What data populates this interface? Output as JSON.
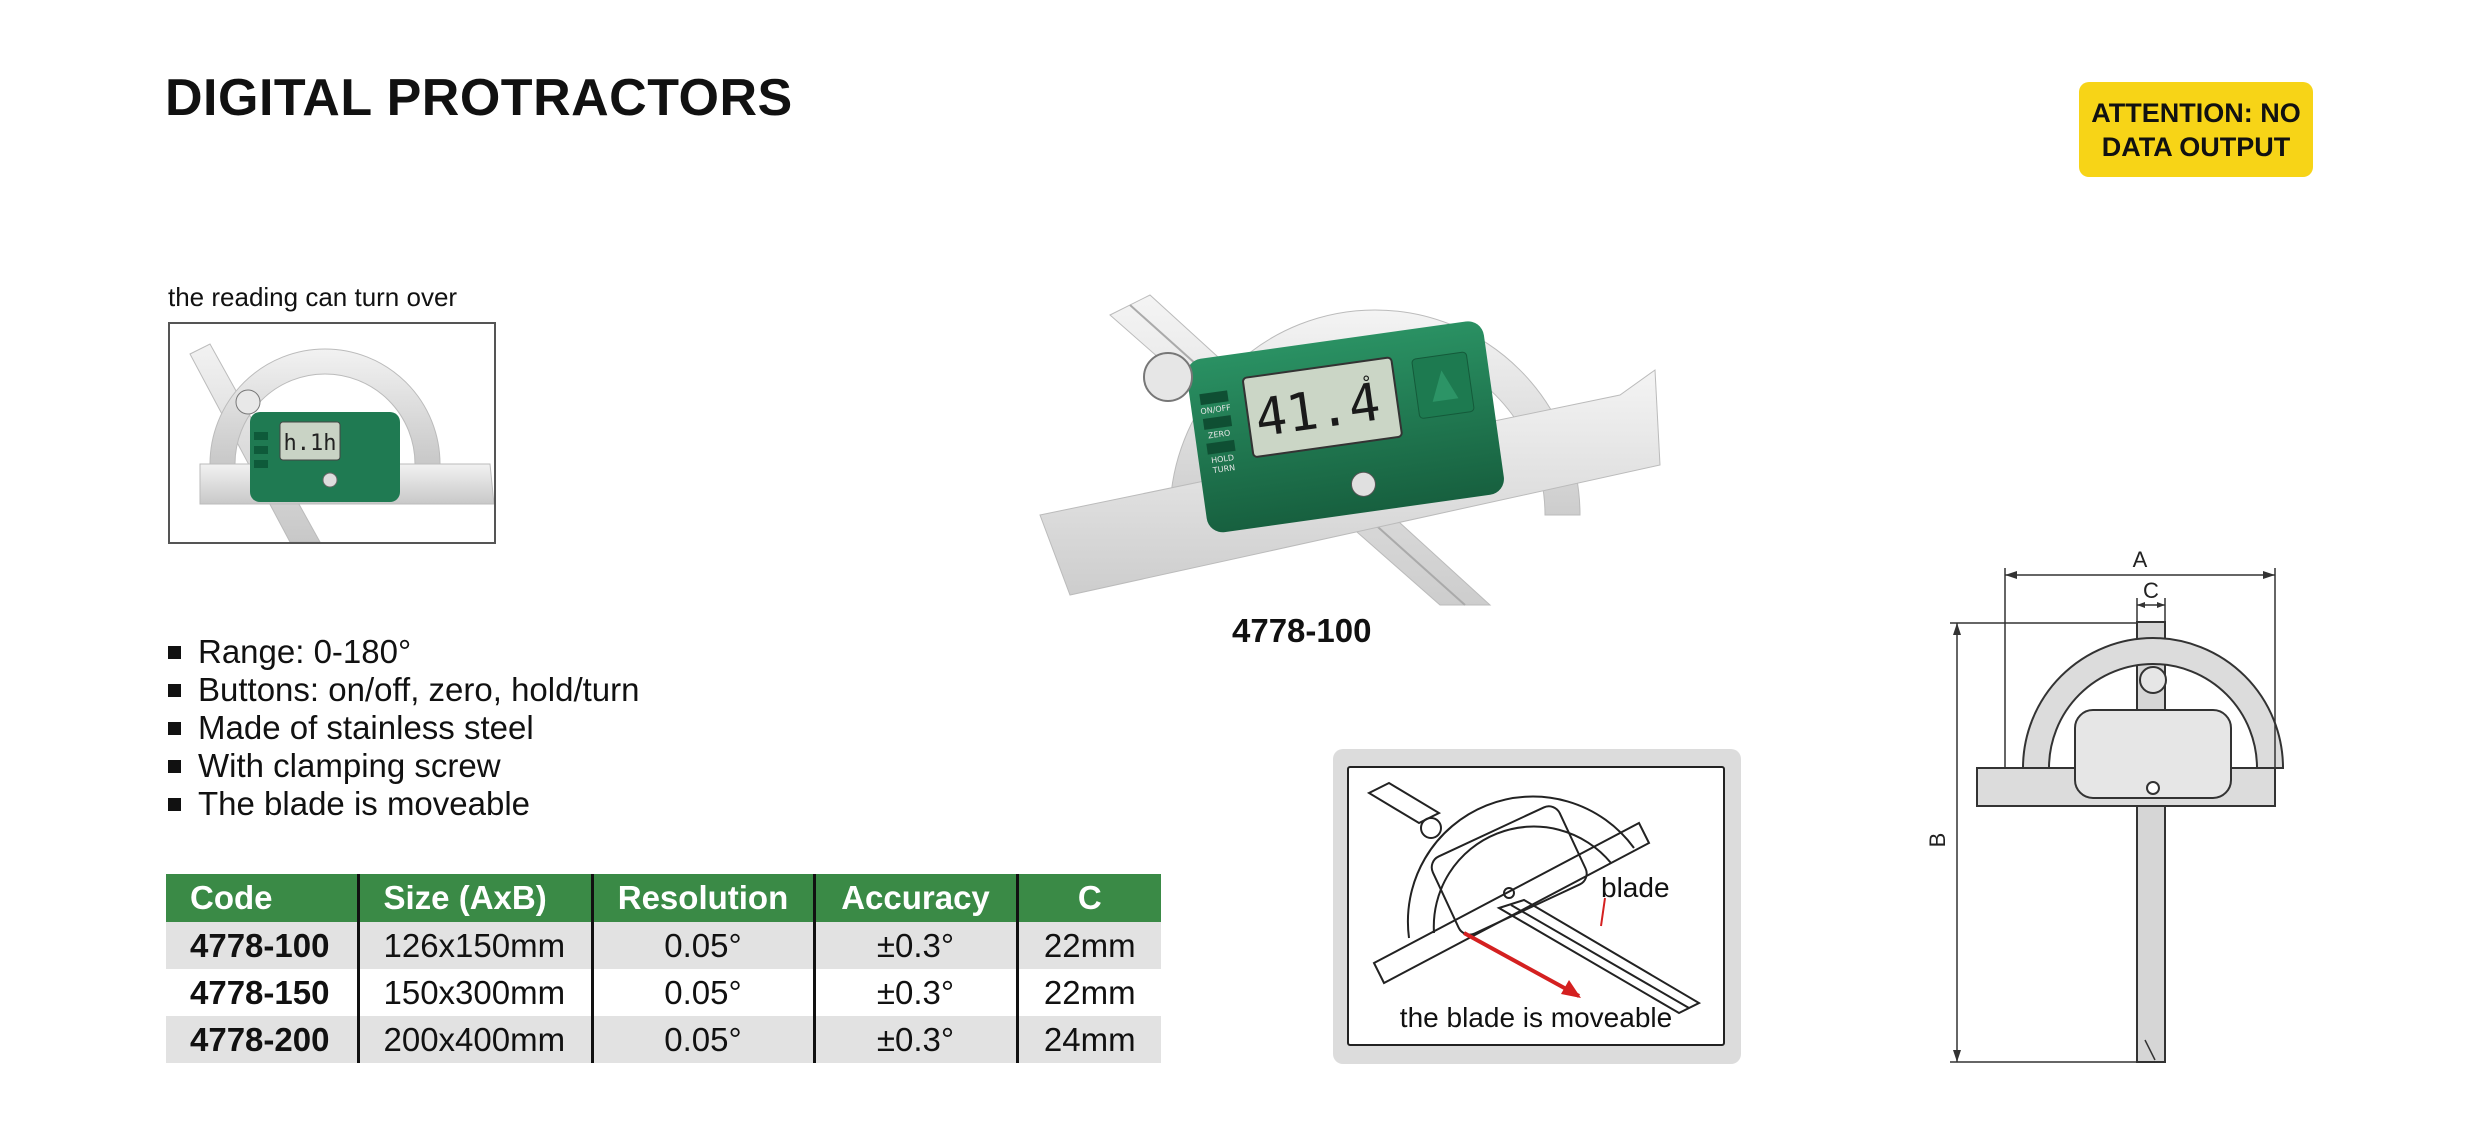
{
  "header": {
    "title": "DIGITAL PROTRACTORS",
    "attention_line1": "ATTENTION: NO",
    "attention_line2": "DATA OUTPUT"
  },
  "thumbnail": {
    "caption": "the reading can turn over",
    "display_value": "h.1h"
  },
  "main_photo": {
    "model": "4778-100",
    "display_value": "41.4",
    "degree_symbol": "°",
    "button_labels": [
      "ON/OFF",
      "ZERO",
      "HOLD",
      "TURN"
    ]
  },
  "features": [
    "Range: 0-180°",
    "Buttons: on/off, zero, hold/turn",
    "Made of stainless steel",
    "With clamping screw",
    "The blade is moveable"
  ],
  "spec_table": {
    "headers": [
      "Code",
      "Size (AxB)",
      "Resolution",
      "Accuracy",
      "C"
    ],
    "rows": [
      [
        "4778-100",
        "126x150mm",
        "0.05°",
        "±0.3°",
        "22mm"
      ],
      [
        "4778-150",
        "150x300mm",
        "0.05°",
        "±0.3°",
        "22mm"
      ],
      [
        "4778-200",
        "200x400mm",
        "0.05°",
        "±0.3°",
        "24mm"
      ]
    ]
  },
  "blade_diagram": {
    "label": "blade",
    "caption": "the blade is moveable"
  },
  "dimension_drawing": {
    "label_a": "A",
    "label_b": "B",
    "label_c": "C"
  },
  "colors": {
    "table_header": "#3a8a46",
    "attention_badge": "#f7d417",
    "device_green": "#1f7a52",
    "arrow_red": "#d42020"
  }
}
